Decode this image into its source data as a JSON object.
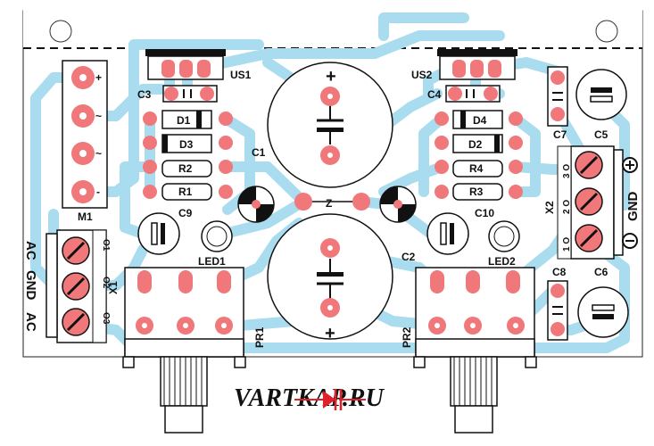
{
  "board": {
    "colors": {
      "board": "#ffffff",
      "trace": "#a9dcef",
      "pad": "#f0777a",
      "pad_hole": "#ffffff",
      "silkscreen": "#111111",
      "logo_red": "#e0202a"
    },
    "labels": {
      "us1": "US1",
      "us2": "US2",
      "c1": "C1",
      "c2": "C2",
      "c3": "C3",
      "c4": "C4",
      "c5": "C5",
      "c6": "C6",
      "c7": "C7",
      "c8": "C8",
      "c9": "C9",
      "c10": "C10",
      "d1": "D1",
      "d2": "D2",
      "d3": "D3",
      "d4": "D4",
      "r1": "R1",
      "r2": "R2",
      "r3": "R3",
      "r4": "R4",
      "m1": "M1",
      "x1": "X1",
      "x2": "X2",
      "pr1": "PR1",
      "pr2": "PR2",
      "led1": "LED1",
      "led2": "LED2",
      "z": "Z",
      "gnd": "GND",
      "ac_top": "AC",
      "gnd_left": "GND",
      "ac_bottom": "AC",
      "o1": "O1",
      "o2": "O2",
      "o3": "O3",
      "x2_pin1": "1 O",
      "x2_pin2": "2 O",
      "x2_pin3": "3 O",
      "m1_plus": "+",
      "m1_ac1": "~",
      "m1_ac2": "~",
      "m1_minus": "-",
      "cap_plus": "+"
    },
    "logo": "VARTKAP.RU"
  }
}
